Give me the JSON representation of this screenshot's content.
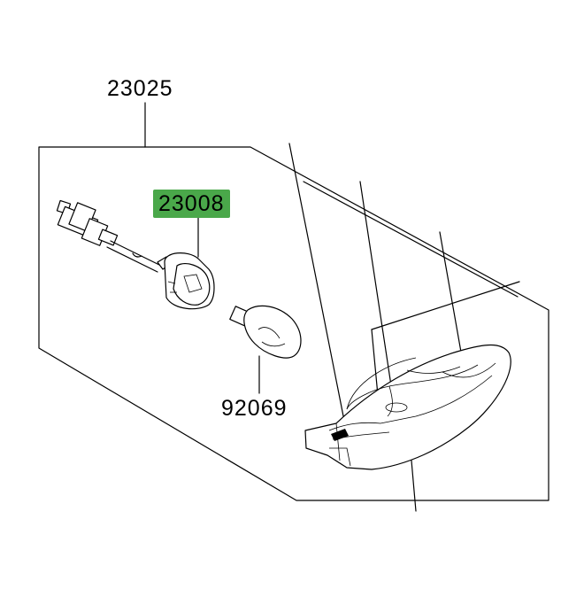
{
  "diagram": {
    "parts": [
      {
        "id": "assembly",
        "number": "23025",
        "highlighted": false
      },
      {
        "id": "socket",
        "number": "23008",
        "highlighted": true
      },
      {
        "id": "bulb",
        "number": "92069",
        "highlighted": false
      }
    ],
    "highlight_color": "#4aa84a"
  }
}
